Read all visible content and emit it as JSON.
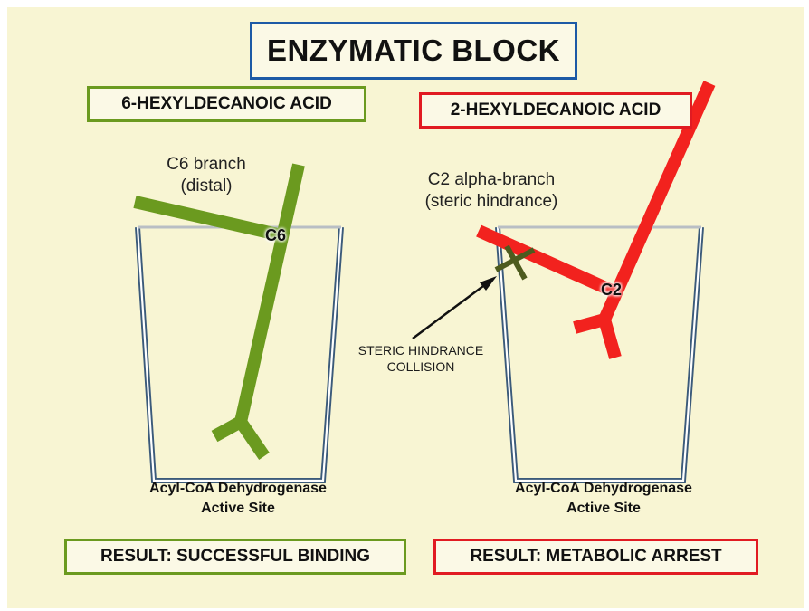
{
  "title": "ENZYMATIC BLOCK",
  "left_panel": {
    "compound": "6-HEXYLDECANOIC ACID",
    "branch_note_line1": "C6 branch",
    "branch_note_line2": "(distal)",
    "atom_label": "C6",
    "site_line1": "Acyl-CoA Dehydrogenase",
    "site_line2": "Active Site",
    "result": "RESULT: SUCCESSFUL BINDING"
  },
  "right_panel": {
    "compound": "2-HEXYLDECANOIC ACID",
    "branch_note_line1": "C2 alpha-branch",
    "branch_note_line2": "(steric hindrance)",
    "atom_label": "C2",
    "collision_line1": "STERIC HINDRANCE",
    "collision_line2": "COLLISION",
    "site_line1": "Acyl-CoA Dehydrogenase",
    "site_line2": "Active Site",
    "result": "RESULT: METABOLIC ARREST"
  },
  "colors": {
    "background": "#f8f5d3",
    "title_border": "#1d5aa6",
    "success": "#6b9a1f",
    "arrest": "#e11b22",
    "collision_mark": "#4d5b1e",
    "cup_outline": "#3b5a7a"
  }
}
